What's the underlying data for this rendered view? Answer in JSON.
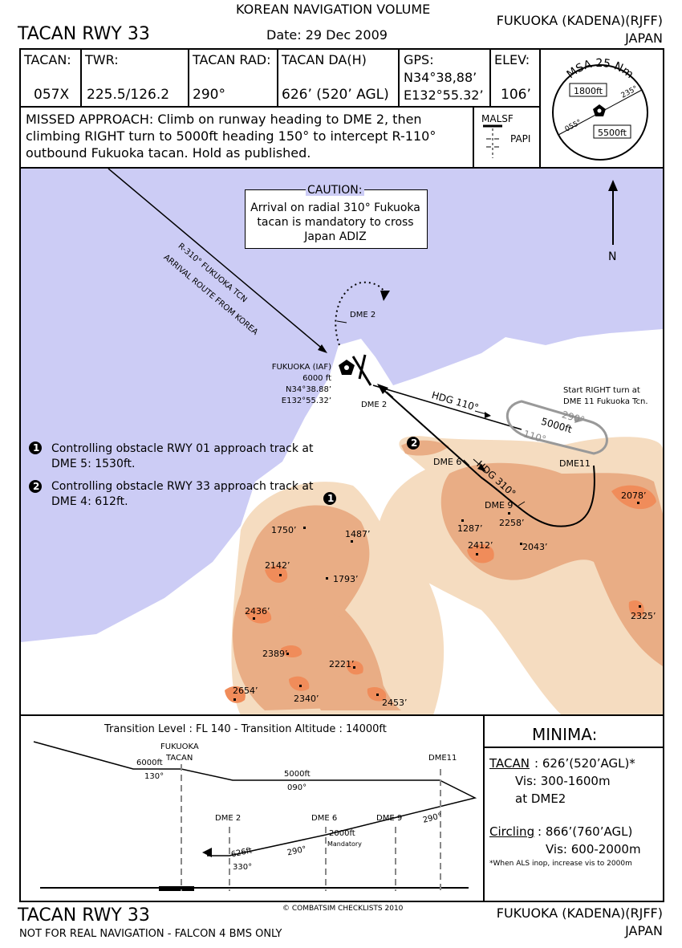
{
  "header": {
    "volume": "KOREAN NAVIGATION VOLUME",
    "procedure": "TACAN RWY 33",
    "date": "Date: 29 Dec 2009",
    "airport": "FUKUOKA (KADENA)(RJFF)",
    "country": "JAPAN"
  },
  "info": {
    "tacan_label": "TACAN:",
    "tacan_value": "057X",
    "twr_label": "TWR:",
    "twr_value": "225.5/126.2",
    "rad_label": "TACAN RAD:",
    "rad_value": "290°",
    "da_label": "TACAN DA(H)",
    "da_value": "626’ (520’ AGL)",
    "gps_label": "GPS:",
    "gps_lat": "N34°38,88’",
    "gps_lon": "E132°55.32’",
    "elev_label": "ELEV:",
    "elev_value": "106’"
  },
  "msa": {
    "title": "MSA 25 Nm",
    "alt_north": "1800ft",
    "alt_south": "5500ft",
    "bearing_1": "235°",
    "bearing_2": "055°"
  },
  "missed_approach": "MISSED APPROACH: Climb on runway heading to DME 2, then climbing RIGHT turn to 5000ft heading 150° to intercept R-110° outbound Fukuoka tacan. Hold as published.",
  "lighting": {
    "approach": "MALSF",
    "papi": "PAPI"
  },
  "plan": {
    "caution_title": "CAUTION:",
    "caution_text": "Arrival on radial 310° Fukuoka tacan is mandatory to cross Japan ADIZ",
    "north": "N",
    "arrival_route_1": "ARRIVAL ROUTE FROM KOREA",
    "arrival_route_2": "R-310° FUKUOKA TCN",
    "iaf_name": "FUKUOKA (IAF)",
    "iaf_alt": "6000 ft",
    "iaf_lat": "N34°38.88’",
    "iaf_lon": "E132°55.32’",
    "dme2_top": "DME 2",
    "dme2_bottom": "DME 2",
    "dme6": "DME 6",
    "dme9": "DME 9",
    "dme11": "DME11",
    "hdg110": "HDG 110°",
    "hdg310": "HDG 310°",
    "hold_note_1": "Start RIGHT turn at",
    "hold_note_2": "DME 11 Fukuoka Tcn.",
    "hold_290": "290°",
    "hold_alt": "5000ft",
    "hold_110": "110°",
    "obstacle_1": "Controlling obstacle RWY 01 approach track at DME 5: 1530ft.",
    "obstacle_2": "Controlling obstacle RWY 33 approach track at DME 4: 612ft.",
    "marker_1": "1",
    "marker_2": "2",
    "elevations": [
      "1750’",
      "1487’",
      "2142’",
      "1793’",
      "2436’",
      "2389’",
      "2221’",
      "2654’",
      "2340’",
      "2453’",
      "1287’",
      "2258’",
      "2412’",
      "2043’",
      "2078’",
      "2325’"
    ]
  },
  "profile": {
    "transition": "Transition Level : FL 140  -  Transition Altitude : 14000ft",
    "tacan_name_1": "FUKUOKA",
    "tacan_name_2": "TACAN",
    "alt_6000": "6000ft",
    "crs_130": "130°",
    "alt_5000": "5000ft",
    "crs_090": "090°",
    "dme11": "DME11",
    "dme2": "DME 2",
    "dme6": "DME 6",
    "dme9": "DME 9",
    "alt_2000": "2000ft",
    "mandatory": "Mandatory",
    "crs_290a": "290°",
    "crs_290b": "290°",
    "alt_626": "626ft",
    "crs_330": "330°"
  },
  "minima": {
    "title": "MINIMA:",
    "tacan_label": "TACAN",
    "tacan_value": ": 626’(520’AGL)*",
    "tacan_vis": "Vis: 300-1600m",
    "tacan_at": "at DME2",
    "circling_label": "Circling",
    "circling_value": ": 866’(760’AGL)",
    "circling_vis": "Vis: 600-2000m",
    "note": "*When ALS inop, increase vis to 2000m"
  },
  "footer": {
    "procedure": "TACAN RWY 33",
    "copyright": "© COMBATSIM CHECKLISTS 2010",
    "disclaimer": "NOT FOR REAL NAVIGATION - FALCON 4 BMS ONLY",
    "airport": "FUKUOKA (KADENA)(RJFF)",
    "country": "JAPAN"
  },
  "colors": {
    "sea": "#ccccf5",
    "terrain_low": "#f5dcc0",
    "terrain_mid": "#e9ad85",
    "terrain_high": "#f08c5a"
  }
}
